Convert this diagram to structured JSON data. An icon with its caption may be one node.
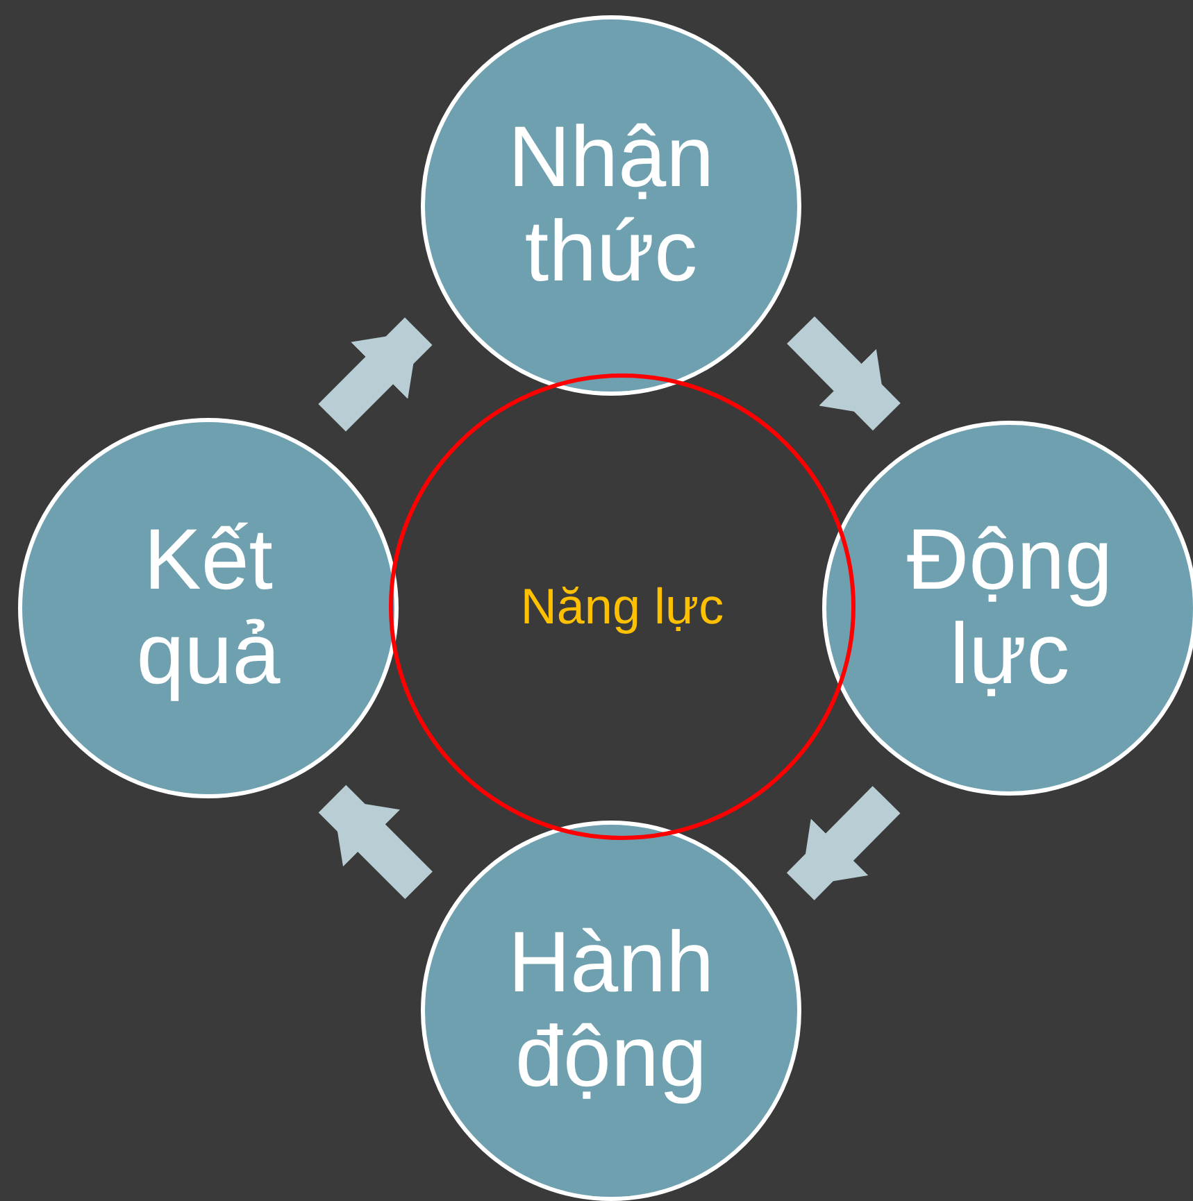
{
  "diagram": {
    "nodes": [
      {
        "text": [
          "Nhận thức"
        ]
      },
      {
        "text": [
          "Kết quả"
        ]
      },
      {
        "text": [
          "Năng lực"
        ]
      },
      {
        "text": [
          "Động lực"
        ]
      },
      {
        "text": [
          "Hành động"
        ]
      }
    ],
    "edges": [
      {
        "from": 0,
        "to": 3,
        "arrow": "to"
      },
      {
        "from": 3,
        "to": 4,
        "arrow": "to"
      },
      {
        "from": 4,
        "to": 1,
        "arrow": "to"
      },
      {
        "from": 1,
        "to": 0,
        "arrow": "to"
      }
    ]
  }
}
